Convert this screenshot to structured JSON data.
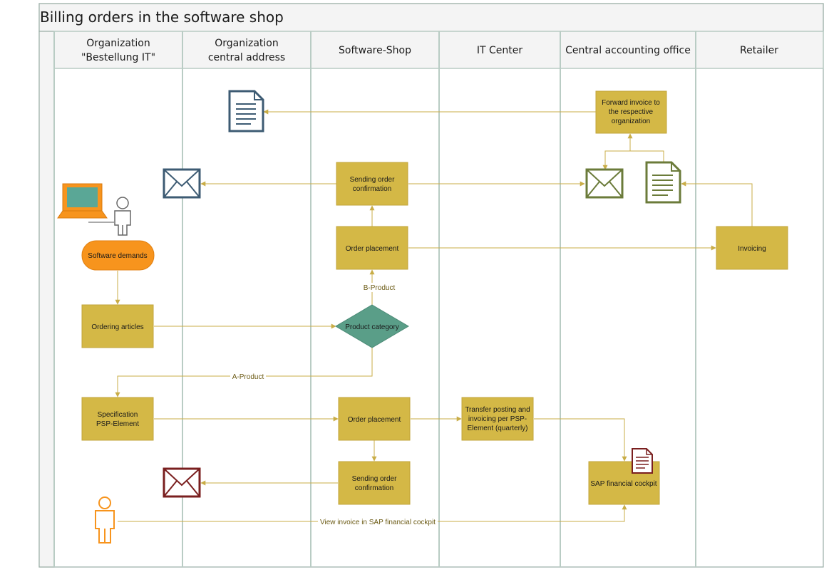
{
  "title": "Billing orders in the software shop",
  "lanes": [
    {
      "line1": "Organization",
      "line2": "\"Bestellung IT\""
    },
    {
      "line1": "Organization",
      "line2": "central address"
    },
    {
      "line1": "Software-Shop",
      "line2": ""
    },
    {
      "line1": "IT Center",
      "line2": ""
    },
    {
      "line1": "Central accounting office",
      "line2": ""
    },
    {
      "line1": "Retailer",
      "line2": ""
    }
  ],
  "nodes": {
    "forward_invoice": [
      "Forward invoice to",
      "the respective",
      "organization"
    ],
    "sending_confirmation_1": [
      "Sending order",
      "confirmation"
    ],
    "order_placement_1": [
      "Order placement"
    ],
    "invoicing": [
      "Invoicing"
    ],
    "software_demands": [
      "Software demands"
    ],
    "ordering_articles": [
      "Ordering articles"
    ],
    "product_category": [
      "Product category"
    ],
    "specification_psp": [
      "Specification",
      "PSP-Element"
    ],
    "order_placement_2": [
      "Order placement"
    ],
    "transfer_posting": [
      "Transfer posting and",
      "invoicing per PSP-",
      "Element (quarterly)"
    ],
    "sending_confirmation_2": [
      "Sending order",
      "confirmation"
    ],
    "sap_cockpit": [
      "SAP financial cockpit"
    ]
  },
  "edge_labels": {
    "b_product": "B-Product",
    "a_product": "A-Product",
    "view_invoice": "View invoice in SAP financial cockpit"
  },
  "colors": {
    "process_fill": "#d4b846",
    "decision_fill": "#5a9e88",
    "start_fill": "#f7941d",
    "connector": "#c9ad47",
    "lane_line": "#b9ccc4",
    "document_navy": "#3d5b73",
    "envelope_navy": "#3d5b73",
    "envelope_olive": "#6b7b3a",
    "document_olive": "#6b7b3a",
    "envelope_maroon": "#7a1f1f",
    "document_maroon": "#7a1f1f",
    "laptop_orange": "#f7941d",
    "laptop_screen": "#5aa796",
    "user_orange": "#f7941d"
  },
  "icons": [
    "document-icon",
    "envelope-icon",
    "laptop-icon",
    "user-icon"
  ]
}
